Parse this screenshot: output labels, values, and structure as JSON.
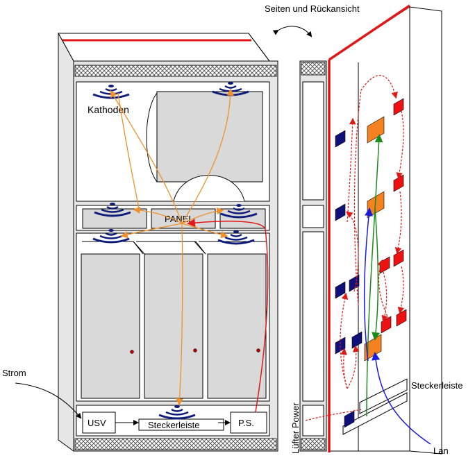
{
  "labels": {
    "side_rear_view": "Seiten und Rückansicht",
    "cathodes": "Kathoden",
    "panel": "PANEL",
    "power_in": "Strom",
    "ups": "USV",
    "power_strip_front": "Steckerleiste",
    "power_supply": "P.S.",
    "fan_power": "Lüfter Power",
    "power_strip_rear": "Steckerleiste",
    "lan": "Lan"
  },
  "colors": {
    "cabinet_frame": "#e6e6e6",
    "inner_panel": "#d9d9d9",
    "outline": "#000000",
    "red_edge": "#e01818",
    "ir_sensor": "#0d1b7a",
    "link_orange": "#f0902a",
    "link_red": "#e01818",
    "link_green": "#1a8a1a",
    "link_blue": "#1a1ae0",
    "router_orange": "#f58220",
    "connector_red": "#ee1111",
    "connector_navy": "#10107a",
    "door_knob": "#c00000"
  }
}
